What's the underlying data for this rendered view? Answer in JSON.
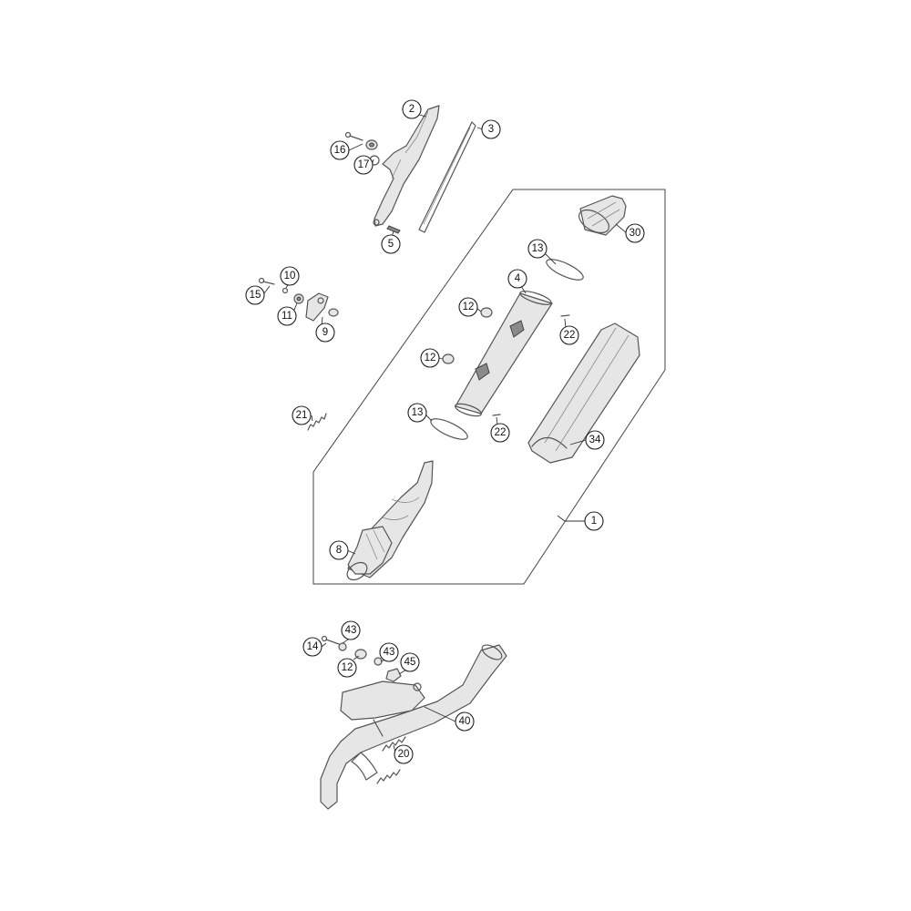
{
  "diagram": {
    "callouts": [
      {
        "id": "c2",
        "label": "2"
      },
      {
        "id": "c3",
        "label": "3"
      },
      {
        "id": "c16",
        "label": "16"
      },
      {
        "id": "c17",
        "label": "17"
      },
      {
        "id": "c5",
        "label": "5"
      },
      {
        "id": "c30",
        "label": "30"
      },
      {
        "id": "c13a",
        "label": "13"
      },
      {
        "id": "c10",
        "label": "10"
      },
      {
        "id": "c15",
        "label": "15"
      },
      {
        "id": "c11",
        "label": "11"
      },
      {
        "id": "c9",
        "label": "9"
      },
      {
        "id": "c4",
        "label": "4"
      },
      {
        "id": "c12a",
        "label": "12"
      },
      {
        "id": "c22a",
        "label": "22"
      },
      {
        "id": "c12b",
        "label": "12"
      },
      {
        "id": "c21",
        "label": "21"
      },
      {
        "id": "c13b",
        "label": "13"
      },
      {
        "id": "c22b",
        "label": "22"
      },
      {
        "id": "c34",
        "label": "34"
      },
      {
        "id": "c1",
        "label": "1"
      },
      {
        "id": "c8",
        "label": "8"
      },
      {
        "id": "c43a",
        "label": "43"
      },
      {
        "id": "c14",
        "label": "14"
      },
      {
        "id": "c43b",
        "label": "43"
      },
      {
        "id": "c45",
        "label": "45"
      },
      {
        "id": "c12c",
        "label": "12"
      },
      {
        "id": "c40",
        "label": "40"
      },
      {
        "id": "c20",
        "label": "20"
      }
    ]
  }
}
